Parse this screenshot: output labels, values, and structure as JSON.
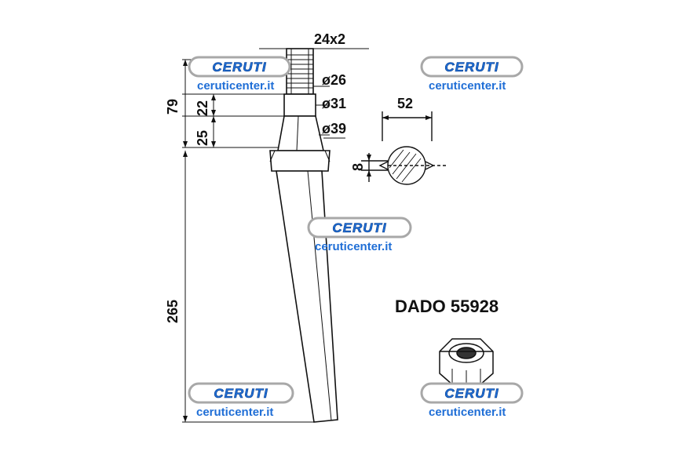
{
  "dimensions": {
    "thread": "24x2",
    "dia_26": "ø26",
    "dia_31": "ø31",
    "dia_39": "ø39",
    "len_79": "79",
    "len_22": "22",
    "len_25": "25",
    "len_265": "265",
    "width_52": "52",
    "thick_8": "8"
  },
  "part_label": "DADO 55928",
  "watermark": {
    "brand": "CERUTI",
    "url": "ceruticenter.it"
  },
  "colors": {
    "ink": "#111111",
    "watermark_blue": "#1f6ed6",
    "watermark_border": "#a8a8a8"
  }
}
